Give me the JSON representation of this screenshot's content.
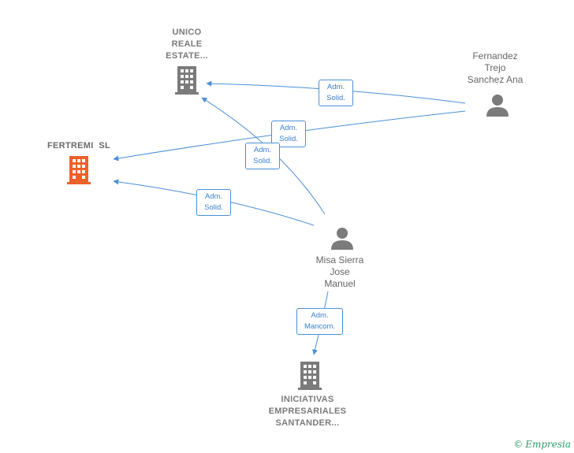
{
  "nodes": {
    "unico": {
      "lines": [
        "UNICO",
        "REALE",
        "ESTATE..."
      ]
    },
    "fertremi": {
      "lines": [
        "FERTREMI  SL"
      ]
    },
    "fernandez": {
      "lines": [
        "Fernandez",
        "Trejo",
        "Sanchez Ana"
      ]
    },
    "misa": {
      "lines": [
        "Misa Sierra",
        "Jose",
        "Manuel"
      ]
    },
    "iniciativas": {
      "lines": [
        "INICIATIVAS",
        "EMPRESARIALES",
        "SANTANDER..."
      ]
    }
  },
  "edges": [
    {
      "label": [
        "Adm.",
        "Solid."
      ]
    },
    {
      "label": [
        "Adm.",
        "Solid."
      ]
    },
    {
      "label": [
        "Adm.",
        "Solid."
      ]
    },
    {
      "label": [
        "Adm.",
        "Solid."
      ]
    },
    {
      "label": [
        "Adm.",
        "Mancom."
      ]
    }
  ],
  "footer": {
    "copyright": "©",
    "brand": "Empresia"
  },
  "colors": {
    "edge": "#4a8fd8",
    "company": "#7b7b7b",
    "main_company": "#f0602a",
    "person": "#7b7b7b"
  }
}
